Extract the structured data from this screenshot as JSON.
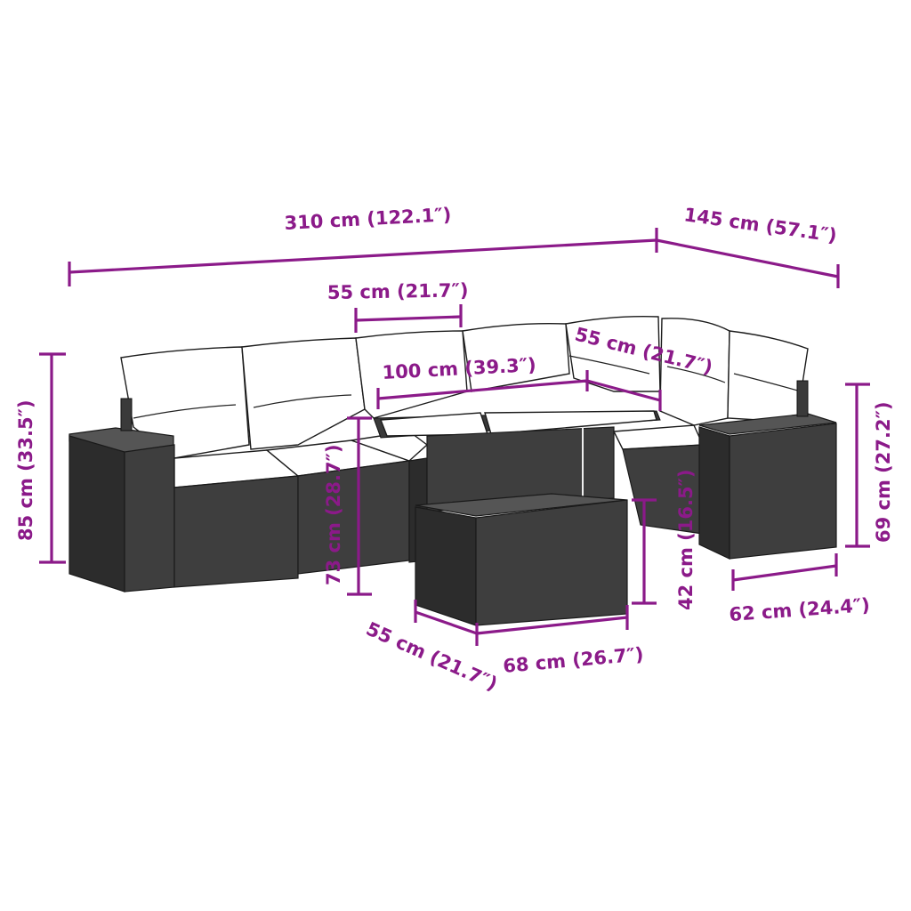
{
  "diagram": {
    "title": "Garden sofa set with dining table – dimensions",
    "accent_color": "#8b1a89",
    "dimensions": {
      "overall_width": {
        "label": "310 cm (122.1″)",
        "cm": 310,
        "inch": 122.1
      },
      "overall_depth": {
        "label": "145 cm (57.1″)",
        "cm": 145,
        "inch": 57.1
      },
      "seat_module_width": {
        "label": "55 cm (21.7″)",
        "cm": 55,
        "inch": 21.7
      },
      "table_width": {
        "label": "100 cm (39.3″)",
        "cm": 100,
        "inch": 39.3
      },
      "table_depth": {
        "label": "55 cm (21.7″)",
        "cm": 55,
        "inch": 21.7
      },
      "sofa_height": {
        "label": "85 cm (33.5″)",
        "cm": 85,
        "inch": 33.5
      },
      "table_height": {
        "label": "73 cm (28.7″)",
        "cm": 73,
        "inch": 28.7
      },
      "footstool_height": {
        "label": "42 cm (16.5″)",
        "cm": 42,
        "inch": 16.5
      },
      "side_table_height": {
        "label": "69 cm (27.2″)",
        "cm": 69,
        "inch": 27.2
      },
      "side_table_width": {
        "label": "62 cm (24.4″)",
        "cm": 62,
        "inch": 24.4
      },
      "footstool_depth": {
        "label": "55 cm (21.7″)",
        "cm": 55,
        "inch": 21.7
      },
      "footstool_width": {
        "label": "68 cm (26.7″)",
        "cm": 68,
        "inch": 26.7
      }
    }
  }
}
